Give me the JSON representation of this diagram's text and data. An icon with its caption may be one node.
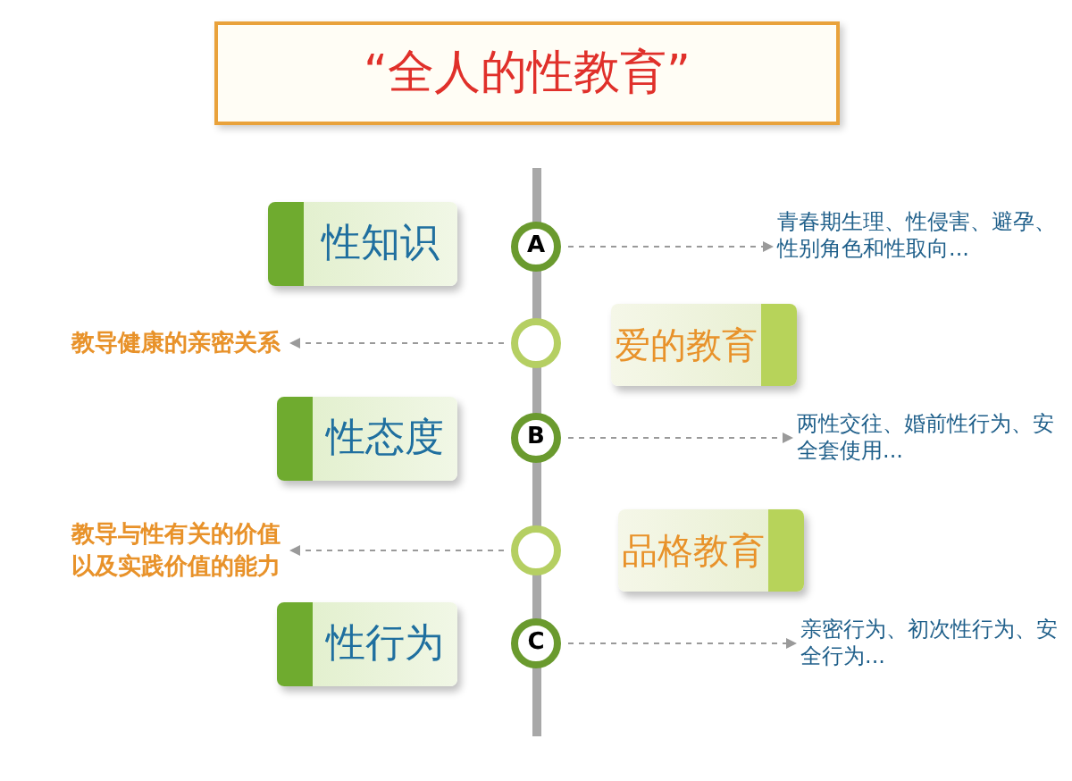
{
  "diagram": {
    "title": "“全人的性教育”",
    "nodes": [
      {
        "text": [
          "性知识"
        ]
      },
      {
        "text": [
          "A"
        ]
      },
      {
        "text": [
          "青春期生理、性侵害、避孕、性别角色和性取向..."
        ]
      },
      {
        "text": [
          "教导健康的亲密关系"
        ]
      },
      {
        "text": [],
        "shape": "circle"
      },
      {
        "text": [
          "爱的教育"
        ]
      },
      {
        "text": [
          "性态度"
        ]
      },
      {
        "text": [
          "B"
        ]
      },
      {
        "text": [
          "两性交往、婚前性行为、安全套使用..."
        ]
      },
      {
        "text": [
          "教导与性有关的价值以及实践价值的能力"
        ]
      },
      {
        "text": [],
        "shape": "circle"
      },
      {
        "text": [
          "品格教育"
        ]
      },
      {
        "text": [
          "性行为"
        ]
      },
      {
        "text": [
          "C"
        ]
      },
      {
        "text": [
          "亲密行为、初次性行为、安全行为..."
        ]
      }
    ],
    "edges": [
      {
        "from": 1,
        "to": 2,
        "arrow": "to",
        "style": "dashed"
      },
      {
        "from": 4,
        "to": 3,
        "arrow": "to",
        "style": "dashed"
      },
      {
        "from": 7,
        "to": 8,
        "arrow": "to",
        "style": "dashed"
      },
      {
        "from": 10,
        "to": 9,
        "arrow": "to",
        "style": "dashed"
      },
      {
        "from": 13,
        "to": 14,
        "arrow": "to",
        "style": "dashed"
      }
    ]
  }
}
